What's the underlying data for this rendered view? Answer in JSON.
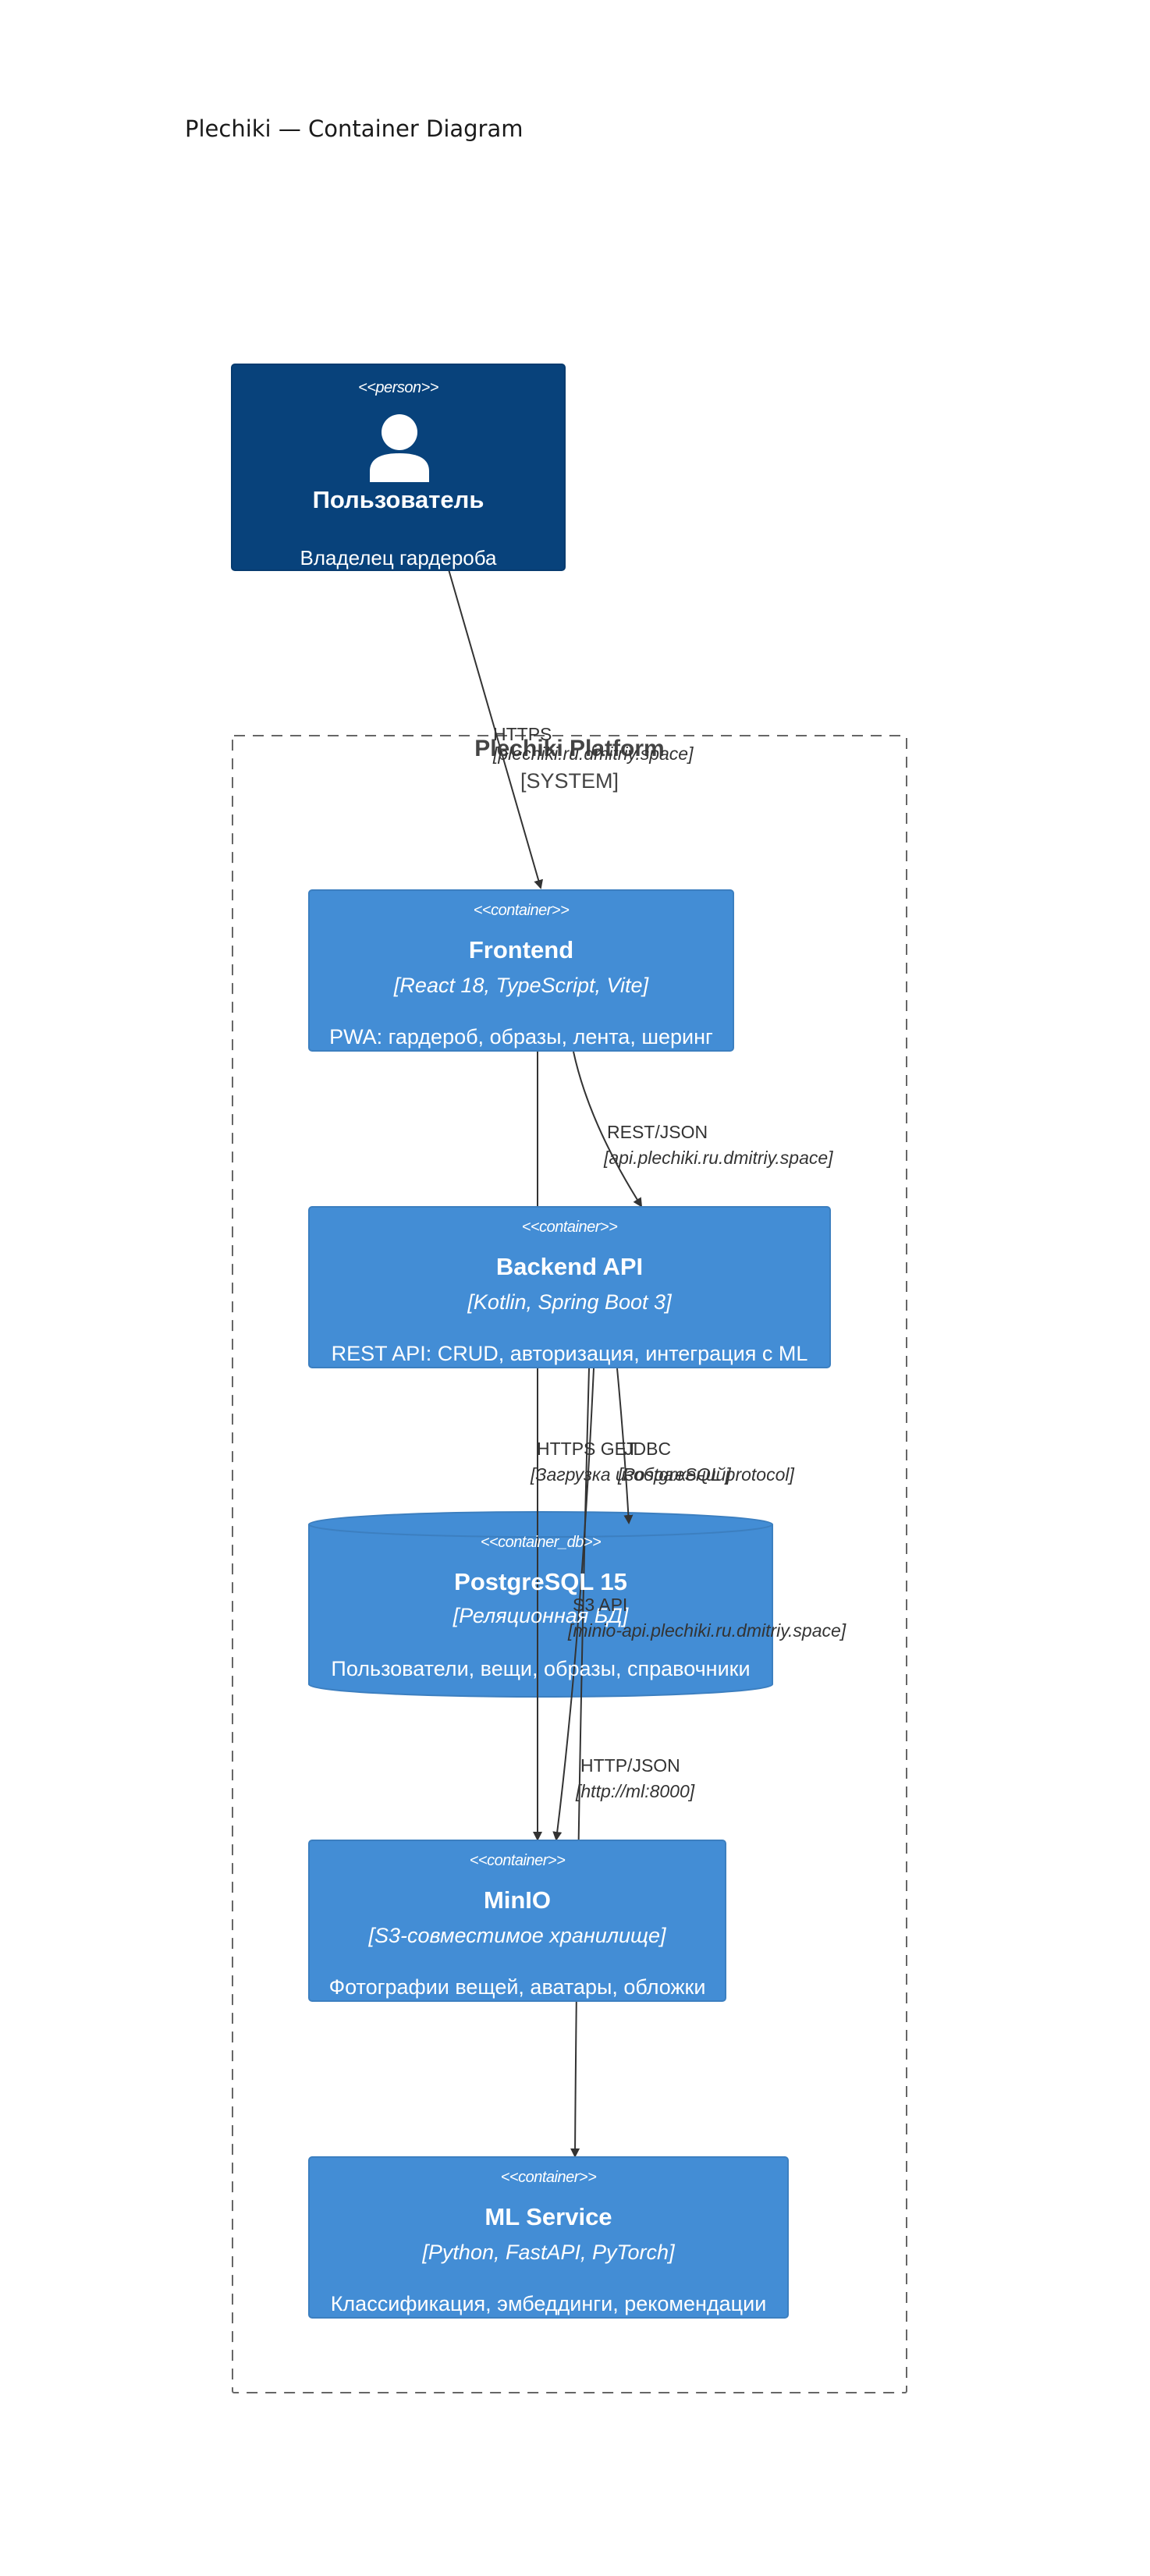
{
  "title": "Plechiki — Container Diagram",
  "boundary": {
    "name": "Plechiki Platform",
    "type": "[SYSTEM]"
  },
  "nodes": {
    "user": {
      "stereotype": "<<person>>",
      "name": "Пользователь",
      "description": "Владелец гардероба",
      "icon": "person-icon"
    },
    "frontend": {
      "stereotype": "<<container>>",
      "name": "Frontend",
      "technology": "[React 18, TypeScript, Vite]",
      "description": "PWA: гардероб, образы, лента, шеринг"
    },
    "backend": {
      "stereotype": "<<container>>",
      "name": "Backend API",
      "technology": "[Kotlin, Spring Boot 3]",
      "description": "REST API: CRUD, авторизация, интеграция с ML"
    },
    "postgres": {
      "stereotype": "<<container_db>>",
      "name": "PostgreSQL 15",
      "technology": "[Реляционная БД]",
      "description": "Пользователи, вещи, образы, справочники"
    },
    "minio": {
      "stereotype": "<<container>>",
      "name": "MinIO",
      "technology": "[S3-совместимое хранилище]",
      "description": "Фотографии вещей, аватары, обложки"
    },
    "ml": {
      "stereotype": "<<container>>",
      "name": "ML Service",
      "technology": "[Python, FastAPI, PyTorch]",
      "description": "Классификация, эмбеддинги, рекомендации"
    }
  },
  "edges": {
    "user_frontend": {
      "protocol": "HTTPS",
      "target": "[plechiki.ru.dmitriy.space]"
    },
    "frontend_backend": {
      "protocol": "REST/JSON",
      "target": "[api.plechiki.ru.dmitriy.space]"
    },
    "frontend_minio": {
      "protocol": "HTTPS GET",
      "target": "[Загрузка изображений]"
    },
    "backend_postgres": {
      "protocol": "JDBC",
      "target": "[PostgreSQL protocol]"
    },
    "backend_minio": {
      "protocol": "S3 API",
      "target": "[minio-api.plechiki.ru.dmitriy.space]"
    },
    "backend_ml": {
      "protocol": "HTTP/JSON",
      "target": "[http://ml:8000]"
    }
  },
  "colors": {
    "person": "#08427b",
    "container": "#438dd5",
    "boundary": "#666666",
    "arrow": "#333333"
  }
}
